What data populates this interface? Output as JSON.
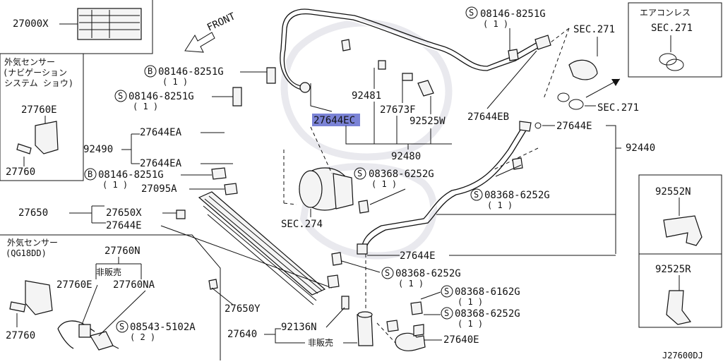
{
  "figure_code": "J27600DJ",
  "front_label": "FRONT",
  "part_numbers": {
    "p27000X": "27000X",
    "p27760E_a": "27760E",
    "p27760_a": "27760",
    "p27644EA_1": "27644EA",
    "p92490": "92490",
    "p27644EA_2": "27644EA",
    "p27095A": "27095A",
    "p27650": "27650",
    "p27650X": "27650X",
    "p27644E_left": "27644E",
    "p27760N": "27760N",
    "p27760E_b": "27760E",
    "p27760NA": "27760NA",
    "p27760_b": "27760",
    "p27650Y": "27650Y",
    "p27640": "27640",
    "p92136N": "92136N",
    "p27640E": "27640E",
    "p92481": "92481",
    "p27673F": "27673F",
    "p92525W": "92525W",
    "p27644EB": "27644EB",
    "p27644EC": "27644EC",
    "p92480": "92480",
    "p27644E_right": "27644E",
    "p92440": "92440",
    "p27644E_lower": "27644E",
    "p92552N": "92552N",
    "p92525R": "92525R"
  },
  "fasteners": {
    "b1": {
      "code": "08146-8251G",
      "qty": "( 1 )",
      "prefix": "B"
    },
    "s1": {
      "code": "08146-8251G",
      "qty": "( 1 )",
      "prefix": "S"
    },
    "b2": {
      "code": "08146-8251G",
      "qty": "( 1 )",
      "prefix": "B"
    },
    "s_top": {
      "code": "08146-8251G",
      "qty": "( 1 )",
      "prefix": "S"
    },
    "s_mid": {
      "code": "08368-6252G",
      "qty": "( 1 )",
      "prefix": "S"
    },
    "s_right": {
      "code": "08368-6252G",
      "qty": "( 1 )",
      "prefix": "S"
    },
    "s_low": {
      "code": "08368-6252G",
      "qty": "( 1 )",
      "prefix": "S"
    },
    "s_6162": {
      "code": "08368-6162G",
      "qty": "( 1 )",
      "prefix": "S"
    },
    "s_6252b": {
      "code": "08368-6252G",
      "qty": "( 1 )",
      "prefix": "S"
    },
    "s_5102": {
      "code": "08543-5102A",
      "qty": "( 2 )",
      "prefix": "S"
    }
  },
  "sections": {
    "sec271_a": "SEC.271",
    "sec271_b": "SEC.271",
    "sec271_c": "SEC.271",
    "sec274": "SEC.274"
  },
  "notes": {
    "sensor_nav_1": "外気センサー",
    "sensor_nav_2": "(ナビゲーション",
    "sensor_nav_3": "システム ショウ)",
    "sensor_qg_1": "外気センサー",
    "sensor_qg_2": "(QG18DD)",
    "compressor": "エアコンレス",
    "not_sold_1": "非販売",
    "not_sold_2": "非販売"
  },
  "highlight": "27644EC"
}
